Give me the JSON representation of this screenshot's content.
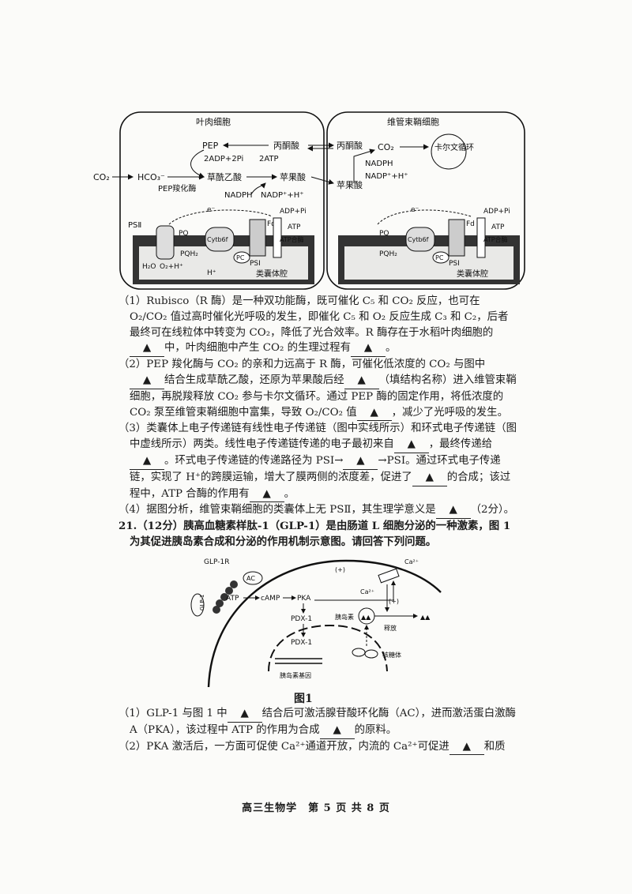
{
  "figure1": {
    "box_left_title": "叶肉细胞",
    "box_right_title": "维管束鞘细胞",
    "labels": {
      "pep": "PEP",
      "pyruvate": "丙酮酸",
      "adp_pi": "2ADP+2Pi",
      "atp2": "2ATP",
      "co2": "CO₂",
      "hco3": "HCO₃⁻",
      "pep_enzyme": "PEP羧化酶",
      "oxaloacetate": "草酰乙酸",
      "malate": "苹果酸",
      "nadph": "NADPH",
      "nadp": "NADP⁺+H⁺",
      "pyruvate_r": "丙酮酸",
      "co2_r": "CO₂",
      "calvin": "卡尔文循环",
      "nadph_r": "NADPH",
      "nadp_r": "NADP⁺+H⁺",
      "malate_r": "苹果酸",
      "psii": "PSⅡ",
      "pq": "PQ",
      "pqh2": "PQH₂",
      "cytb6f": "Cytb6f",
      "pc": "PC",
      "psi": "PSⅠ",
      "fd": "Fd",
      "atp": "ATP",
      "adp_pi_2": "ADP+Pi",
      "atp_synthase": "ATP合酶",
      "h2o": "H₂O",
      "o2h": "O₂+H⁺",
      "h_plus": "H⁺",
      "e_minus": "e⁻",
      "lumen": "类囊体腔"
    }
  },
  "questions": {
    "q1": "（1）Rubisco（R 酶）是一种双功能酶，既可催化 C₅ 和 CO₂ 反应，也可在 O₂/CO₂ 值过高时催化光呼吸的发生，即催化 C₅ 和 O₂ 反应生成 C₃ 和 C₂，后者最终可在线粒体中转变为 CO₂，降低了光合效率。R 酶存在于水稻叶肉细胞的",
    "q1_b": "中，叶肉细胞中产生 CO₂ 的生理过程有",
    "q1_end": "。",
    "q2_a": "（2）PEP 羧化酶与 CO₂ 的亲和力远高于 R 酶，可催化低浓度的 CO₂ 与图中",
    "q2_b": "结合生成草酰乙酸，还原为苹果酸后经",
    "q2_c": "（填结构名称）进入维管束鞘细胞，再脱羧释放 CO₂ 参与卡尔文循环。通过 PEP 酶的固定作用，将低浓度的 CO₂ 泵至维管束鞘细胞中富集，导致 O₂/CO₂ 值",
    "q2_d": "，减少了光呼吸的发生。",
    "q3_a": "（3）类囊体上电子传递链有线性电子传递链（图中实线所示）和环式电子传递链（图中虚线所示）两类。线性电子传递链传递的电子最初来自",
    "q3_b": "，最终传递给",
    "q3_c": "。环式电子传递链的传递路径为 PSI→",
    "q3_d": "→PSI。通过环式电子传递链，实现了 H⁺的跨膜运输，增大了膜两侧的浓度差，促进了",
    "q3_e": "的合成；该过程中，ATP 合酶的作用有",
    "q3_f": "。",
    "q4_a": "（4）据图分析，维管束鞘细胞的类囊体上无 PSⅡ，其生理学意义是",
    "q4_b": "（2分）。",
    "q21": "21.（12分）胰高血糖素样肽-1（GLP-1）是由肠道 L 细胞分泌的一种激素，图 1 为其促进胰岛素合成和分泌的作用机制示意图。请回答下列问题。",
    "q21_1a": "（1）GLP-1 与图 1 中",
    "q21_1b": "结合后可激活腺苷酸环化酶（AC），进而激活蛋白激酶 A（PKA），该过程中 ATP 的作用为合成",
    "q21_1c": "的原料。",
    "q21_2a": "（2）PKA 激活后，一方面可促使 Ca²⁺通道开放，内流的 Ca²⁺可促进",
    "q21_2b": "和质",
    "blank": "▲"
  },
  "figure2": {
    "caption": "图1",
    "labels": {
      "glp1r": "GLP-1R",
      "glp1": "GLP-1",
      "ac": "AC",
      "atp": "ATP",
      "camp": "cAMP",
      "pka": "PKA",
      "pdx1": "PDX-1",
      "pdx1_n": "PDX-1",
      "insulin_gene": "胰岛素基因",
      "insulin": "胰岛素",
      "ribosome": "核糖体",
      "release": "释放",
      "ca_out": "Ca²⁺",
      "ca_in": "Ca²⁺",
      "plus1": "(+)",
      "plus2": "(+)"
    }
  },
  "footer": "高三生物学　第 5 页 共 8 页"
}
